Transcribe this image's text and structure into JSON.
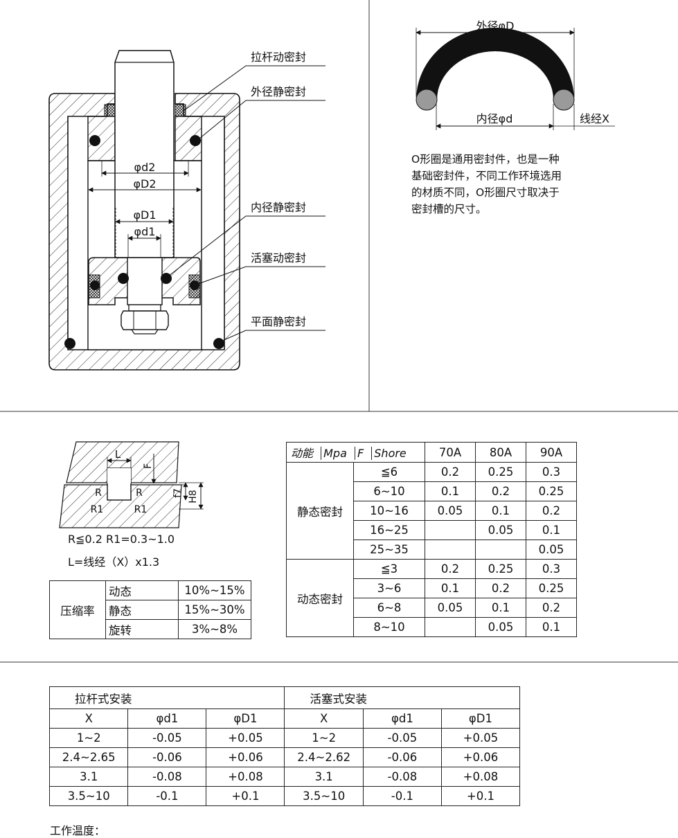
{
  "cylinder_labels": [
    "拉杆动密封",
    "外径静密封",
    "内径静密封",
    "活塞动密封",
    "平面静密封"
  ],
  "cylinder_dims": {
    "d2": "φd2",
    "D2": "φD2",
    "D1": "φD1",
    "d1": "φd1"
  },
  "oring": {
    "outer": "外径φD",
    "inner": "内径φd",
    "wire": "线经X",
    "description_lines": [
      "O形圈是通用密封件，也是一种",
      "基础密封件，不同工作环境选用",
      "的材质不同，O形圈尺寸取决于",
      "密封槽的尺寸。"
    ]
  },
  "groove": {
    "labels": {
      "L": "L",
      "F": "F",
      "R": "R",
      "R1": "R1",
      "f7": "f7",
      "H8": "H8"
    },
    "note1": "R≦0.2   R1=0.3~1.0",
    "note2": "L=线经（X）x1.3"
  },
  "compression_table": {
    "label": "压缩率",
    "rows": [
      {
        "type": "动态",
        "range": "10%~15%"
      },
      {
        "type": "静态",
        "range": "15%~30%"
      },
      {
        "type": "旋转",
        "range": "3%~8%"
      }
    ]
  },
  "pressure_table": {
    "header": {
      "seal_type": "动能",
      "mpa": "Mpa",
      "f": "F",
      "shore": "Shore",
      "cols": [
        "70A",
        "80A",
        "90A"
      ]
    },
    "groups": [
      {
        "name": "静态密封",
        "rows": [
          {
            "range": "≦6",
            "v": [
              "0.2",
              "0.25",
              "0.3"
            ]
          },
          {
            "range": "6~10",
            "v": [
              "0.1",
              "0.2",
              "0.25"
            ]
          },
          {
            "range": "10~16",
            "v": [
              "0.05",
              "0.1",
              "0.2"
            ]
          },
          {
            "range": "16~25",
            "v": [
              "",
              "0.05",
              "0.1"
            ]
          },
          {
            "range": "25~35",
            "v": [
              "",
              "",
              "0.05"
            ]
          }
        ]
      },
      {
        "name": "动态密封",
        "rows": [
          {
            "range": "≦3",
            "v": [
              "0.2",
              "0.25",
              "0.3"
            ]
          },
          {
            "range": "3~6",
            "v": [
              "0.1",
              "0.2",
              "0.25"
            ]
          },
          {
            "range": "6~8",
            "v": [
              "0.05",
              "0.1",
              "0.2"
            ]
          },
          {
            "range": "8~10",
            "v": [
              "",
              "0.05",
              "0.1"
            ]
          }
        ]
      }
    ]
  },
  "install_table": {
    "sections": [
      "拉杆式安装",
      "活塞式安装"
    ],
    "cols": [
      "X",
      "φd1",
      "φD1",
      "X",
      "φd1",
      "φD1"
    ],
    "rows": [
      [
        "1~2",
        "-0.05",
        "+0.05",
        "1~2",
        "-0.05",
        "+0.05"
      ],
      [
        "2.4~2.65",
        "-0.06",
        "+0.06",
        "2.4~2.62",
        "-0.06",
        "+0.06"
      ],
      [
        "3.1",
        "-0.08",
        "+0.08",
        "3.1",
        "-0.08",
        "+0.08"
      ],
      [
        "3.5~10",
        "-0.1",
        "+0.1",
        "3.5~10",
        "-0.1",
        "+0.1"
      ]
    ]
  },
  "work_temp_label": "工作温度："
}
